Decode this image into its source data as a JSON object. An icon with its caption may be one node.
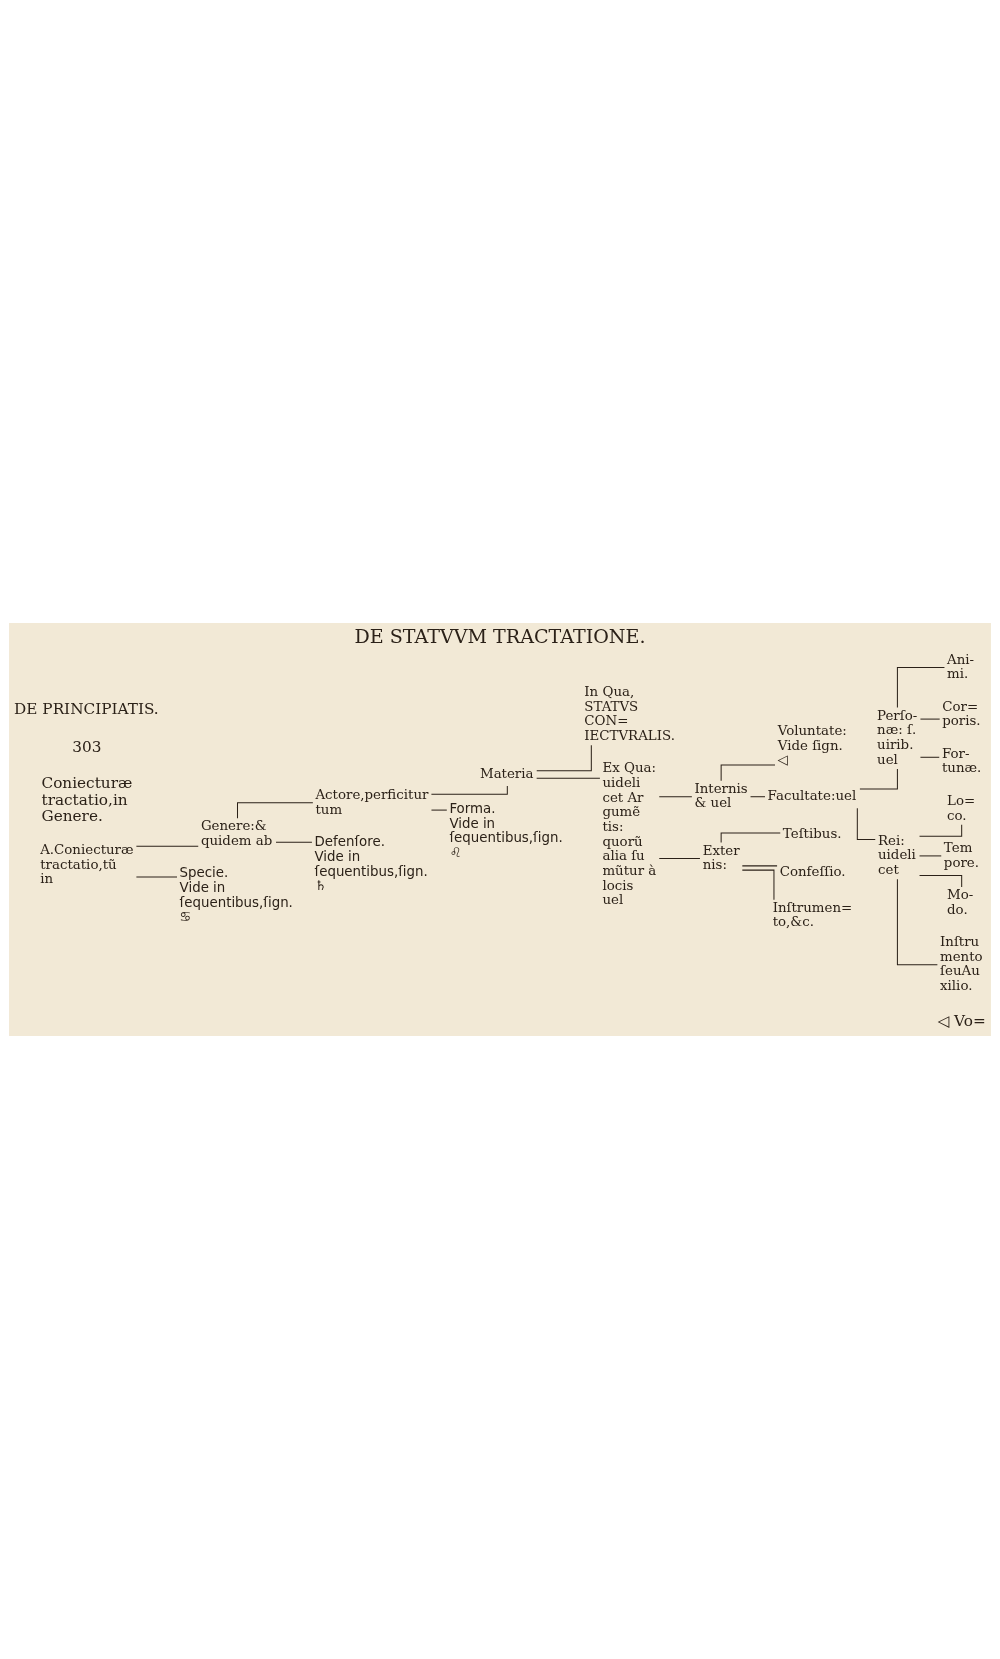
{
  "diagram": {
    "title": "DE STATVVM TRACTATIONE.",
    "nodes": [
      {
        "text": [
          "A.Coniecturæ tractatio,tũ in"
        ]
      },
      {
        "text": [
          "Genere:& quidem ab"
        ]
      },
      {
        "text": [
          "Actore,perficitur tum"
        ]
      },
      {
        "text": [
          "Materia"
        ]
      },
      {
        "text": [
          "In Qua, STATVS CON= IECTVRALIS."
        ]
      },
      {
        "text": [
          "Ex Qua: uideli cet Ar gumẽ tis: quorũ alia ſu mũtur à locis uel"
        ]
      },
      {
        "text": [
          "Internis & uel"
        ]
      },
      {
        "text": [
          "Voluntate: Vide ſign. ◁"
        ]
      },
      {
        "text": [
          "Facultate:uel"
        ]
      },
      {
        "text": [
          "Perſo- næ: ſ. uirib. uel"
        ]
      },
      {
        "text": [
          "Ani- mi."
        ]
      },
      {
        "text": [
          "Cor= poris."
        ]
      },
      {
        "text": [
          "For- tunæ."
        ]
      },
      {
        "text": [
          "Rei: uideli cet"
        ]
      },
      {
        "text": [
          "Lo= co."
        ]
      },
      {
        "text": [
          "Tem pore."
        ]
      },
      {
        "text": [
          "Mo- do."
        ]
      },
      {
        "text": [
          "Inſtru mento ſeuAu xilio."
        ]
      },
      {
        "text": [
          "Exter nis:"
        ]
      },
      {
        "text": [
          "Teſtibus."
        ]
      },
      {
        "text": [
          "Confeſſio."
        ]
      },
      {
        "text": [
          "Inſtrumen= to,&c."
        ]
      },
      {
        "text": [
          "Forma. Vide in ſequentibus,ſign. ♌"
        ]
      },
      {
        "text": [
          "Defenſore. Vide in ſequentibus,ſign. ♄"
        ]
      },
      {
        "text": [
          "Specie. Vide in ſequentibus,ſign. ♋"
        ]
      }
    ],
    "edges": [
      {
        "from": 0,
        "to": 1,
        "arrow": "none"
      },
      {
        "from": 0,
        "to": 24,
        "arrow": "none"
      },
      {
        "from": 1,
        "to": 2,
        "arrow": "none"
      },
      {
        "from": 1,
        "to": 23,
        "arrow": "none"
      },
      {
        "from": 2,
        "to": 3,
        "arrow": "none"
      },
      {
        "from": 2,
        "to": 22,
        "arrow": "none"
      },
      {
        "from": 3,
        "to": 4,
        "arrow": "none"
      },
      {
        "from": 3,
        "to": 5,
        "arrow": "none"
      },
      {
        "from": 5,
        "to": 6,
        "arrow": "none"
      },
      {
        "from": 5,
        "to": 18,
        "arrow": "none"
      },
      {
        "from": 6,
        "to": 7,
        "arrow": "none"
      },
      {
        "from": 6,
        "to": 8,
        "arrow": "none"
      },
      {
        "from": 8,
        "to": 9,
        "arrow": "none"
      },
      {
        "from": 8,
        "to": 13,
        "arrow": "none"
      },
      {
        "from": 9,
        "to": 10,
        "arrow": "none"
      },
      {
        "from": 9,
        "to": 11,
        "arrow": "none"
      },
      {
        "from": 9,
        "to": 12,
        "arrow": "none"
      },
      {
        "from": 13,
        "to": 14,
        "arrow": "none"
      },
      {
        "from": 13,
        "to": 15,
        "arrow": "none"
      },
      {
        "from": 13,
        "to": 16,
        "arrow": "none"
      },
      {
        "from": 13,
        "to": 17,
        "arrow": "none"
      },
      {
        "from": 18,
        "to": 19,
        "arrow": "none"
      },
      {
        "from": 18,
        "to": 20,
        "arrow": "none"
      },
      {
        "from": 18,
        "to": 21,
        "arrow": "none"
      }
    ],
    "labels": [
      "DE PRINCIPIATIS.",
      "303",
      "Coniecturæ tractatio,in Genere.",
      "◁ Vo="
    ]
  }
}
